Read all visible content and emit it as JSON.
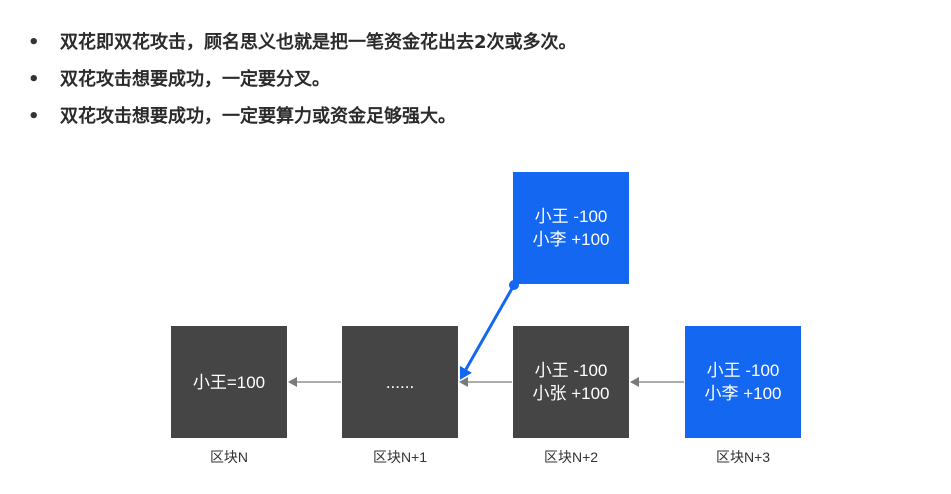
{
  "bullets": [
    "双花即双花攻击，顾名思义也就是把一笔资金花出去2次或多次。",
    "双花攻击想要成功，一定要分叉。",
    "双花攻击想要成功，一定要算力或资金足够强大。"
  ],
  "blocks": {
    "n": {
      "lines": [
        "小王=100"
      ],
      "caption": "区块N"
    },
    "n1": {
      "lines": [
        "......"
      ],
      "caption": "区块N+1"
    },
    "n2": {
      "lines": [
        "小王 -100",
        "小张 +100"
      ],
      "caption": "区块N+2"
    },
    "n3": {
      "lines": [
        "小王 -100",
        "小李 +100"
      ],
      "caption": "区块N+3"
    },
    "fork": {
      "lines": [
        "小王 -100",
        "小李 +100"
      ]
    }
  },
  "colors": {
    "block_dark": "#454545",
    "block_blue": "#1467f0",
    "arrow_gray": "#7a7a7a",
    "arrow_blue": "#1467f0"
  }
}
